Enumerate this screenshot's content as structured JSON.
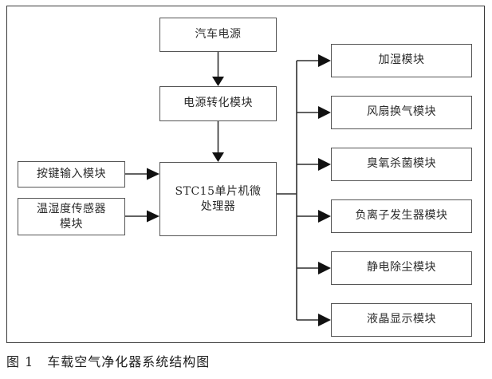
{
  "figure": {
    "caption_label": "图 1",
    "caption_text": "车载空气净化器系统结构图",
    "caption_full": "图 1　车载空气净化器系统结构图",
    "border_color": "#3a3a3a",
    "box_border_color": "#555555",
    "text_color": "#2b2b2b",
    "line_color": "#2f2f2f",
    "background": "#ffffff"
  },
  "diagram": {
    "type": "block-diagram",
    "power_chain": [
      {
        "id": "car-power",
        "label": "汽车电源"
      },
      {
        "id": "power-conversion",
        "label": "电源转化模块"
      }
    ],
    "controller": {
      "id": "mcu",
      "label_line1": "STC15单片机微",
      "label_line2": "处理器",
      "label": "STC15单片机微处理器"
    },
    "inputs": [
      {
        "id": "key-input",
        "label": "按键输入模块",
        "lines": [
          "按键输入模块"
        ]
      },
      {
        "id": "temp-humidity-sensor",
        "label": "温湿度传感器模块",
        "lines": [
          "温湿度传感器",
          "模块"
        ]
      }
    ],
    "outputs": [
      {
        "id": "humidify-module",
        "label": "加湿模块"
      },
      {
        "id": "fan-ventilation-module",
        "label": "风扇换气模块"
      },
      {
        "id": "ozone-sterilization-module",
        "label": "臭氧杀菌模块"
      },
      {
        "id": "anion-generator-module",
        "label": "负离子发生器模块"
      },
      {
        "id": "electrostatic-dust-module",
        "label": "静电除尘模块"
      },
      {
        "id": "lcd-display-module",
        "label": "液晶显示模块"
      }
    ],
    "connections": [
      {
        "from": "car-power",
        "to": "power-conversion",
        "direction": "down"
      },
      {
        "from": "power-conversion",
        "to": "mcu",
        "direction": "down"
      },
      {
        "from": "key-input",
        "to": "mcu",
        "direction": "right"
      },
      {
        "from": "temp-humidity-sensor",
        "to": "mcu",
        "direction": "right"
      },
      {
        "from": "mcu",
        "to": "humidify-module",
        "direction": "right"
      },
      {
        "from": "mcu",
        "to": "fan-ventilation-module",
        "direction": "right"
      },
      {
        "from": "mcu",
        "to": "ozone-sterilization-module",
        "direction": "right"
      },
      {
        "from": "mcu",
        "to": "anion-generator-module",
        "direction": "right"
      },
      {
        "from": "mcu",
        "to": "electrostatic-dust-module",
        "direction": "right"
      },
      {
        "from": "mcu",
        "to": "lcd-display-module",
        "direction": "right"
      }
    ]
  }
}
